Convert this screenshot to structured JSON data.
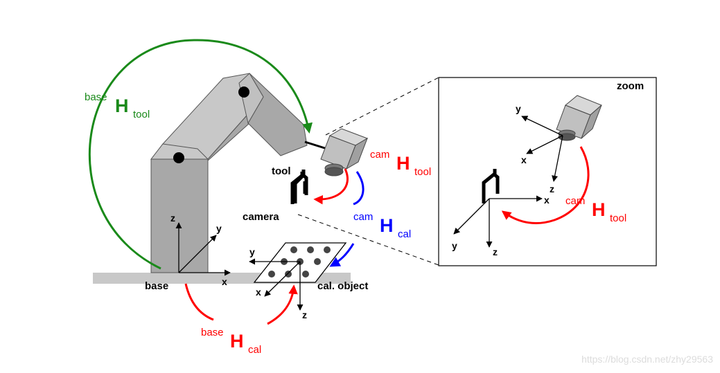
{
  "colors": {
    "green": "#1a8a1a",
    "red": "#ff0000",
    "blue": "#0000ff",
    "arm_light": "#c8c8c8",
    "arm_dark": "#a8a8a8",
    "floor": "#c8c8c8"
  },
  "labels": {
    "tool": "tool",
    "camera": "camera",
    "base": "base",
    "cal_object": "cal. object",
    "zoom": "zoom"
  },
  "axes": {
    "base": {
      "x": "x",
      "y": "y",
      "z": "z"
    },
    "cal": {
      "x": "x",
      "y": "y",
      "z": "z"
    },
    "zoom_cam": {
      "x": "x",
      "y": "y",
      "z": "z"
    },
    "zoom_tool": {
      "x": "x",
      "y": "y",
      "z": "z"
    }
  },
  "transforms": {
    "base_tool": {
      "sup": "base",
      "H": "H",
      "sub": "tool"
    },
    "cam_tool": {
      "sup": "cam",
      "H": "H",
      "sub": "tool"
    },
    "cam_cal": {
      "sup": "cam",
      "H": "H",
      "sub": "cal"
    },
    "base_cal": {
      "sup": "base",
      "H": "H",
      "sub": "cal"
    },
    "zoom_cam_tool": {
      "sup": "cam",
      "H": "H",
      "sub": "tool"
    }
  },
  "watermark": "https://blog.csdn.net/zhy29563"
}
